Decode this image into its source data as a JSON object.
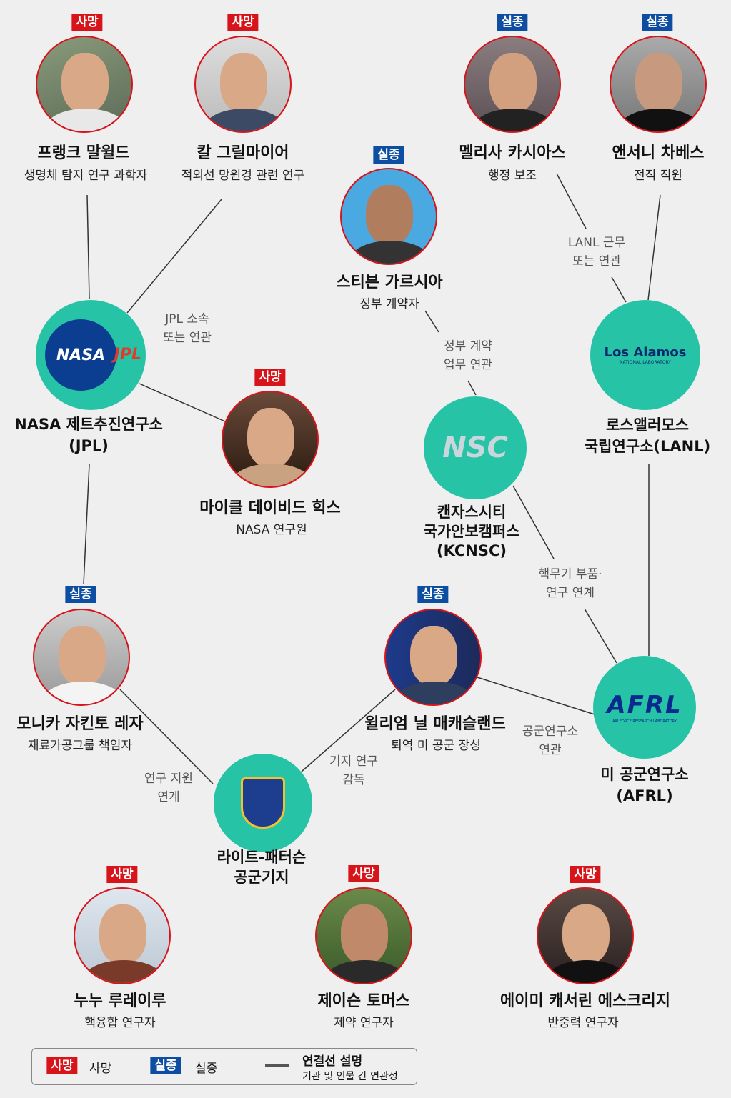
{
  "status": {
    "dead": "사망",
    "missing": "실종"
  },
  "colors": {
    "dead": "#d7141a",
    "missing": "#0d4ea2",
    "org": "#27c3a6"
  },
  "people": [
    {
      "name": "프랭크 말윌드",
      "role": "생명체 탐지 연구 과학자",
      "status": "사망"
    },
    {
      "name": "칼 그릴마이어",
      "role": "적외선 망원경 관련 연구",
      "status": "사망"
    },
    {
      "name": "멜리사 카시아스",
      "role": "행정 보조",
      "status": "실종"
    },
    {
      "name": "앤서니 차베스",
      "role": "전직 직원",
      "status": "실종"
    },
    {
      "name": "스티븐 가르시아",
      "role": "정부 계약자",
      "status": "실종"
    },
    {
      "name": "마이클 데이비드 힉스",
      "role": "NASA 연구원",
      "status": "사망"
    },
    {
      "name": "모니카 자킨토 레자",
      "role": "재료가공그룹 책임자",
      "status": "실종"
    },
    {
      "name": "윌리엄 닐 매캐슬랜드",
      "role": "퇴역 미 공군 장성",
      "status": "실종"
    },
    {
      "name": "누누 루레이루",
      "role": "핵융합 연구자",
      "status": "사망"
    },
    {
      "name": "제이슨 토머스",
      "role": "제약 연구자",
      "status": "사망"
    },
    {
      "name": "에이미 캐서린 에스크리지",
      "role": "반중력 연구자",
      "status": "사망"
    }
  ],
  "orgs": {
    "jpl": {
      "l1": "NASA 제트추진연구소",
      "l2": "(JPL)",
      "logo1": "NASA",
      "logo2": "JPL"
    },
    "lanl": {
      "l1": "로스앨러모스",
      "l2": "국립연구소(LANL)",
      "logo1": "Los Alamos",
      "logo2": "NATIONAL LABORATORY"
    },
    "kcnsc": {
      "l1": "캔자스시티",
      "l2": "국가안보캠퍼스",
      "l3": "(KCNSC)",
      "logo1": "NSC"
    },
    "afrl": {
      "l1": "미 공군연구소",
      "l2": "(AFRL)",
      "logo1": "AFRL",
      "logo2": "AIR FORCE RESEARCH LABORATORY"
    },
    "wpafb": {
      "l1": "라이트-패터슨",
      "l2": "공군기지"
    }
  },
  "edges": {
    "jpl": [
      "JPL 소속",
      "또는 연관"
    ],
    "lanl": [
      "LANL 근무",
      "또는 연관"
    ],
    "gov": [
      "정부 계약",
      "업무 연관"
    ],
    "nuke": [
      "핵무기 부품·",
      "연구 연계"
    ],
    "afrl": [
      "공군연구소",
      "연관"
    ],
    "base": [
      "기지 연구",
      "감독"
    ],
    "support": [
      "연구 지원",
      "연계"
    ]
  },
  "legend": {
    "dead": "사망",
    "missing": "실종",
    "line_title": "연결선 설명",
    "line_desc": "기관 및 인물 간 연관성"
  }
}
